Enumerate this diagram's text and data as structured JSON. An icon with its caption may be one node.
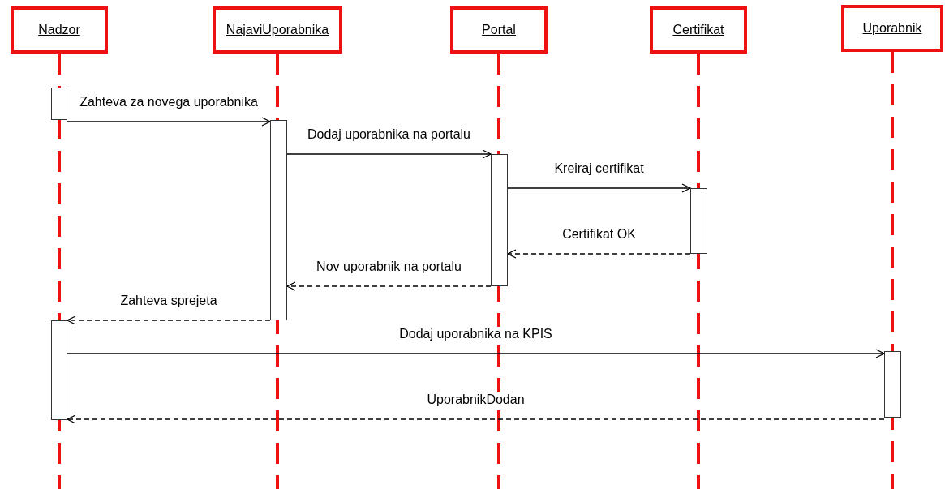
{
  "diagram": {
    "nodes": [
      {
        "text": [
          "Nadzor"
        ]
      },
      {
        "text": [
          "NajaviUporabnika"
        ]
      },
      {
        "text": [
          "Portal"
        ]
      },
      {
        "text": [
          "Certifikat"
        ]
      },
      {
        "text": [
          "Uporabnik"
        ]
      },
      {
        "text": [],
        "shape": "bar"
      },
      {
        "text": [],
        "shape": "bar"
      },
      {
        "text": [],
        "shape": "bar"
      },
      {
        "text": [],
        "shape": "bar"
      },
      {
        "text": [],
        "shape": "bar"
      },
      {
        "text": [],
        "shape": "bar"
      }
    ],
    "edges": [
      {
        "from": 5,
        "to": 6,
        "arrow": "to",
        "label": "Zahteva za novega uporabnika"
      },
      {
        "from": 6,
        "to": 7,
        "arrow": "to",
        "label": "Dodaj uporabnika na portalu"
      },
      {
        "from": 7,
        "to": 8,
        "arrow": "to",
        "label": "Kreiraj certifikat"
      },
      {
        "from": 8,
        "to": 7,
        "arrow": "to",
        "label": "Certifikat OK",
        "style": "dashed"
      },
      {
        "from": 7,
        "to": 6,
        "arrow": "to",
        "label": "Nov uporabnik na portalu",
        "style": "dashed"
      },
      {
        "from": 6,
        "to": 9,
        "arrow": "to",
        "label": "Zahteva sprejeta",
        "style": "dashed"
      },
      {
        "from": 9,
        "to": 10,
        "arrow": "to",
        "label": "Dodaj uporabnika na KPIS"
      },
      {
        "from": 10,
        "to": 9,
        "arrow": "to",
        "label": "UporabnikDodan",
        "style": "dashed"
      }
    ]
  }
}
